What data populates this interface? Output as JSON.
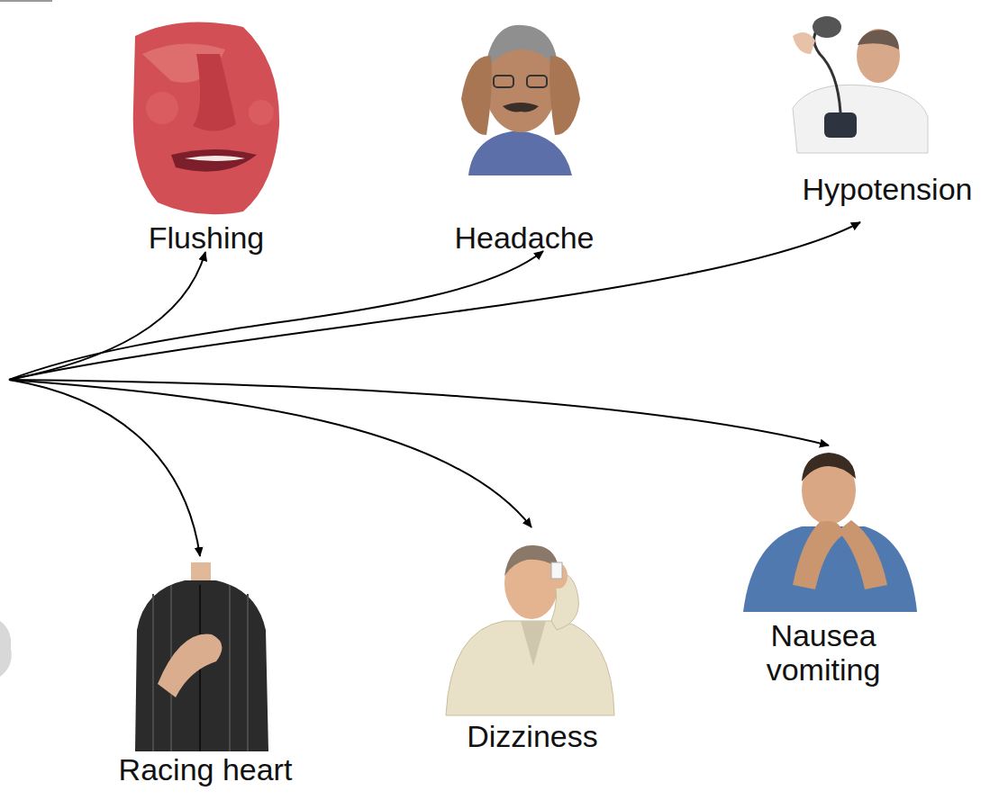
{
  "diagram": {
    "nodes": [
      {
        "text": [
          "Flushing"
        ]
      },
      {
        "text": [
          "Headache"
        ]
      },
      {
        "text": [
          "Hypotension"
        ]
      },
      {
        "text": [
          "Racing heart"
        ]
      },
      {
        "text": [
          "Dizziness"
        ]
      },
      {
        "text": [
          "Nausea vomiting"
        ]
      }
    ]
  }
}
